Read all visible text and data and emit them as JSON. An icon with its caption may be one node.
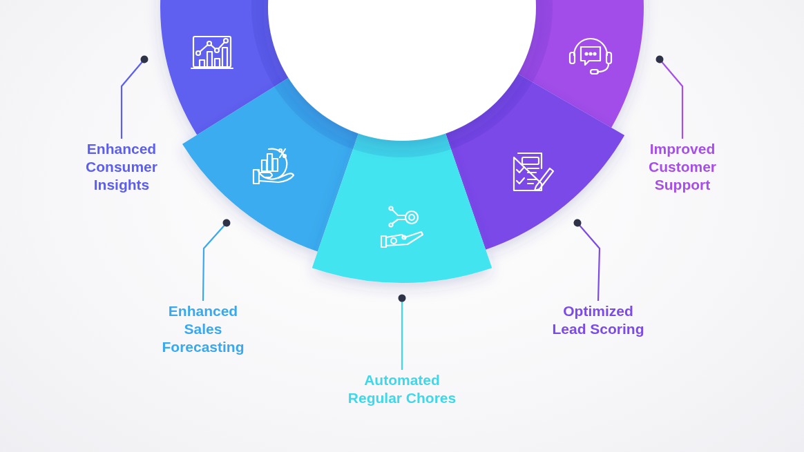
{
  "diagram": {
    "nodes": [
      {
        "text": [
          "Enhanced Consumer Insights"
        ]
      },
      {
        "text": [
          "Improved Customer Support"
        ]
      },
      {
        "text": [
          "Enhanced Sales Forecasting"
        ]
      },
      {
        "text": [
          "Optimized Lead Scoring"
        ]
      },
      {
        "text": [
          "Automated Regular Chores"
        ]
      }
    ],
    "edges": [
      {
        "from": 0,
        "to": null,
        "arrow": "other",
        "color": "#5b5ef0"
      },
      {
        "from": 1,
        "to": null,
        "arrow": "other",
        "color": "#a64ee8"
      },
      {
        "from": 2,
        "to": null,
        "arrow": "other",
        "color": "#3aa8ee"
      },
      {
        "from": 3,
        "to": null,
        "arrow": "other",
        "color": "#7b4ae8"
      },
      {
        "from": 4,
        "to": null,
        "arrow": "other",
        "color": "#3ed8ea"
      }
    ]
  }
}
